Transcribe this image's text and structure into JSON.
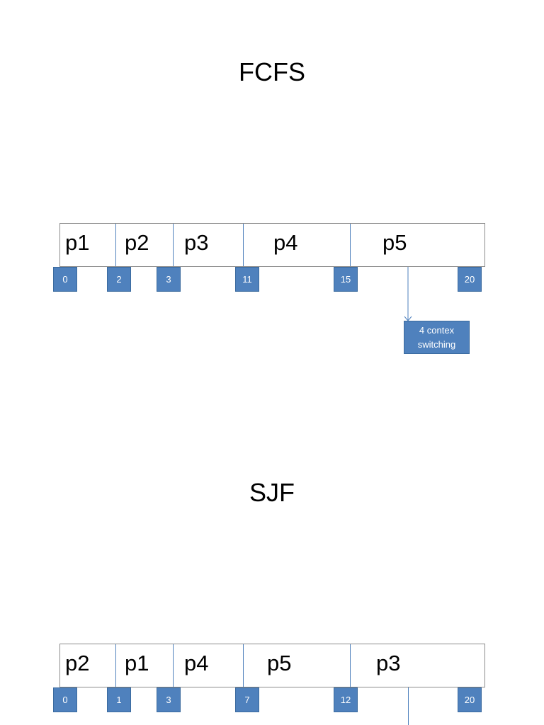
{
  "fcfs": {
    "title": "FCFS",
    "processes": [
      "p1",
      "p2",
      "p3",
      "p4",
      "p5"
    ],
    "ticks": [
      "0",
      "2",
      "3",
      "11",
      "15",
      "20"
    ]
  },
  "annotation": {
    "line1": "4 contex",
    "line2": "switching"
  },
  "sjf": {
    "title": "SJF",
    "processes": [
      "p2",
      "p1",
      "p4",
      "p5",
      "p3"
    ],
    "ticks": [
      "0",
      "1",
      "3",
      "7",
      "12",
      "20"
    ]
  },
  "colors": {
    "tick_fill": "#4f81bd",
    "bar_border": "#8a8a8a"
  }
}
